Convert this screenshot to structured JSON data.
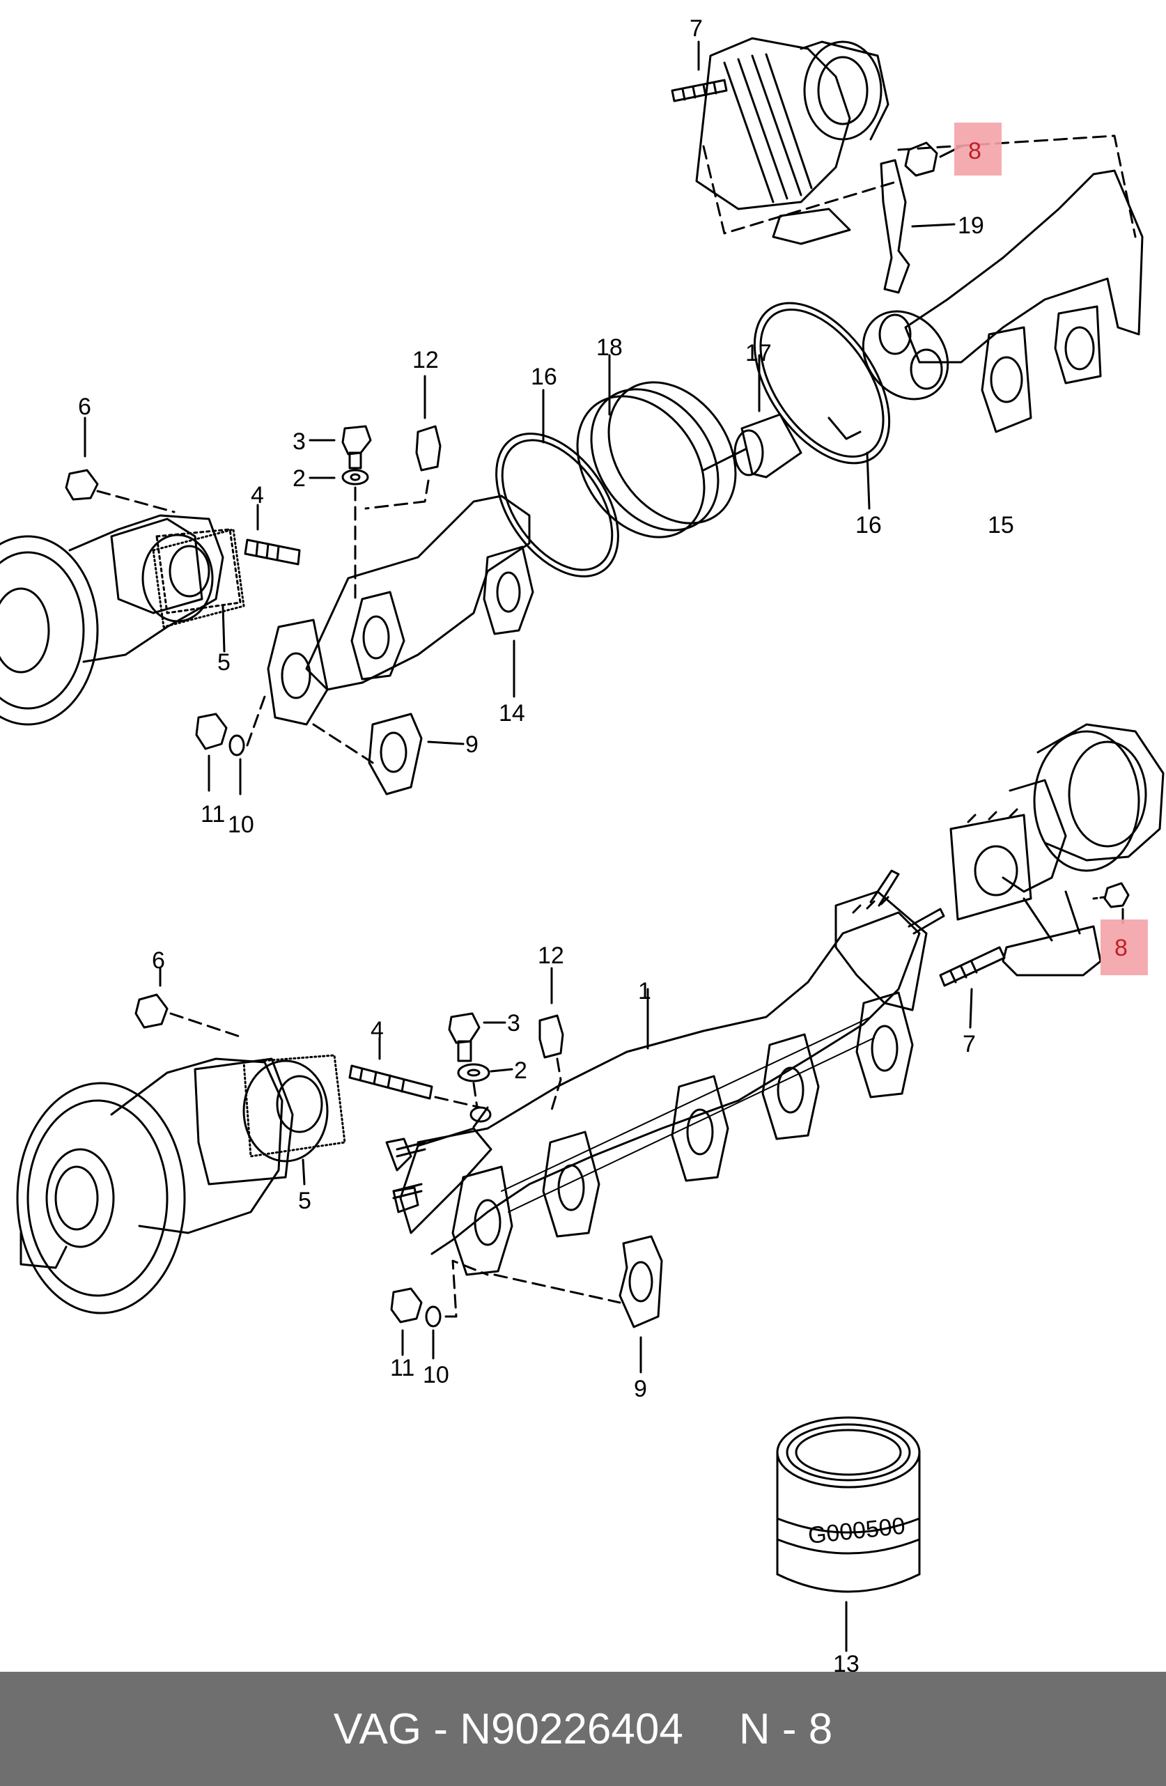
{
  "diagram": {
    "watermark": "G000500",
    "labels": {
      "top_7": "7",
      "top_8": "8",
      "top_19": "19",
      "top_12": "12",
      "top_18": "18",
      "top_17": "17",
      "top_16a": "16",
      "top_6": "6",
      "top_3": "3",
      "top_2": "2",
      "top_4": "4",
      "top_16b": "16",
      "top_15": "15",
      "top_5": "5",
      "top_14": "14",
      "top_9": "9",
      "top_11": "11",
      "top_10": "10",
      "bot_8": "8",
      "bot_6": "6",
      "bot_12": "12",
      "bot_1": "1",
      "bot_3": "3",
      "bot_4": "4",
      "bot_2": "2",
      "bot_7": "7",
      "bot_5": "5",
      "bot_11": "11",
      "bot_10": "10",
      "bot_9": "9",
      "bot_13": "13"
    },
    "highlight_color": "#f4a3a8"
  },
  "footer": {
    "brand": "VAG",
    "separator": " - ",
    "part_number": "N90226404",
    "position_label": "N - 8"
  }
}
